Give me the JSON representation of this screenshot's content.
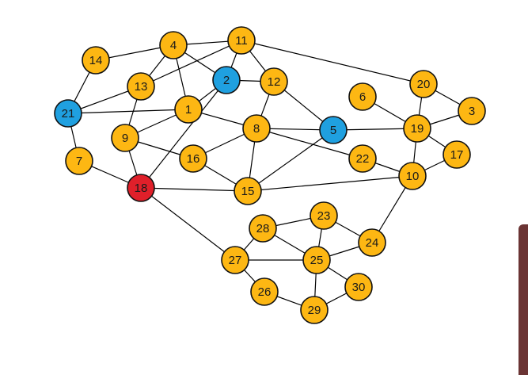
{
  "colors": {
    "default_node": "#FDB713",
    "highlight_node": "#1FA0E0",
    "selected_node": "#E0202A",
    "edge": "#000000",
    "label": "#1a1a1a"
  },
  "graph": {
    "nodes": [
      {
        "id": "1",
        "label": "1",
        "status": "default"
      },
      {
        "id": "2",
        "label": "2",
        "status": "highlight"
      },
      {
        "id": "3",
        "label": "3",
        "status": "default"
      },
      {
        "id": "4",
        "label": "4",
        "status": "default"
      },
      {
        "id": "5",
        "label": "5",
        "status": "highlight"
      },
      {
        "id": "6",
        "label": "6",
        "status": "default"
      },
      {
        "id": "7",
        "label": "7",
        "status": "default"
      },
      {
        "id": "8",
        "label": "8",
        "status": "default"
      },
      {
        "id": "9",
        "label": "9",
        "status": "default"
      },
      {
        "id": "10",
        "label": "10",
        "status": "default"
      },
      {
        "id": "11",
        "label": "11",
        "status": "default"
      },
      {
        "id": "12",
        "label": "12",
        "status": "default"
      },
      {
        "id": "13",
        "label": "13",
        "status": "default"
      },
      {
        "id": "14",
        "label": "14",
        "status": "default"
      },
      {
        "id": "15",
        "label": "15",
        "status": "default"
      },
      {
        "id": "16",
        "label": "16",
        "status": "default"
      },
      {
        "id": "17",
        "label": "17",
        "status": "default"
      },
      {
        "id": "18",
        "label": "18",
        "status": "selected"
      },
      {
        "id": "19",
        "label": "19",
        "status": "default"
      },
      {
        "id": "20",
        "label": "20",
        "status": "default"
      },
      {
        "id": "21",
        "label": "21",
        "status": "highlight"
      },
      {
        "id": "22",
        "label": "22",
        "status": "default"
      },
      {
        "id": "23",
        "label": "23",
        "status": "default"
      },
      {
        "id": "24",
        "label": "24",
        "status": "default"
      },
      {
        "id": "25",
        "label": "25",
        "status": "default"
      },
      {
        "id": "26",
        "label": "26",
        "status": "default"
      },
      {
        "id": "27",
        "label": "27",
        "status": "default"
      },
      {
        "id": "28",
        "label": "28",
        "status": "default"
      },
      {
        "id": "29",
        "label": "29",
        "status": "default"
      },
      {
        "id": "30",
        "label": "30",
        "status": "default"
      }
    ],
    "edges": [
      [
        "4",
        "11"
      ],
      [
        "4",
        "14"
      ],
      [
        "4",
        "13"
      ],
      [
        "4",
        "1"
      ],
      [
        "4",
        "2"
      ],
      [
        "11",
        "13"
      ],
      [
        "11",
        "2"
      ],
      [
        "11",
        "12"
      ],
      [
        "11",
        "20"
      ],
      [
        "14",
        "21"
      ],
      [
        "21",
        "13"
      ],
      [
        "21",
        "1"
      ],
      [
        "21",
        "7"
      ],
      [
        "13",
        "9"
      ],
      [
        "2",
        "12"
      ],
      [
        "2",
        "1"
      ],
      [
        "2",
        "18"
      ],
      [
        "12",
        "8"
      ],
      [
        "12",
        "5"
      ],
      [
        "1",
        "9"
      ],
      [
        "1",
        "8"
      ],
      [
        "9",
        "16"
      ],
      [
        "9",
        "18"
      ],
      [
        "7",
        "18"
      ],
      [
        "16",
        "8"
      ],
      [
        "16",
        "15"
      ],
      [
        "18",
        "15"
      ],
      [
        "18",
        "27"
      ],
      [
        "8",
        "5"
      ],
      [
        "8",
        "15"
      ],
      [
        "8",
        "22"
      ],
      [
        "5",
        "15"
      ],
      [
        "5",
        "19"
      ],
      [
        "6",
        "19"
      ],
      [
        "20",
        "19"
      ],
      [
        "20",
        "3"
      ],
      [
        "3",
        "19"
      ],
      [
        "19",
        "17"
      ],
      [
        "19",
        "10"
      ],
      [
        "22",
        "10"
      ],
      [
        "17",
        "10"
      ],
      [
        "10",
        "15"
      ],
      [
        "10",
        "24"
      ],
      [
        "28",
        "23"
      ],
      [
        "28",
        "25"
      ],
      [
        "28",
        "27"
      ],
      [
        "23",
        "25"
      ],
      [
        "23",
        "24"
      ],
      [
        "24",
        "25"
      ],
      [
        "27",
        "25"
      ],
      [
        "27",
        "26"
      ],
      [
        "26",
        "29"
      ],
      [
        "25",
        "29"
      ],
      [
        "25",
        "30"
      ],
      [
        "29",
        "30"
      ]
    ]
  }
}
